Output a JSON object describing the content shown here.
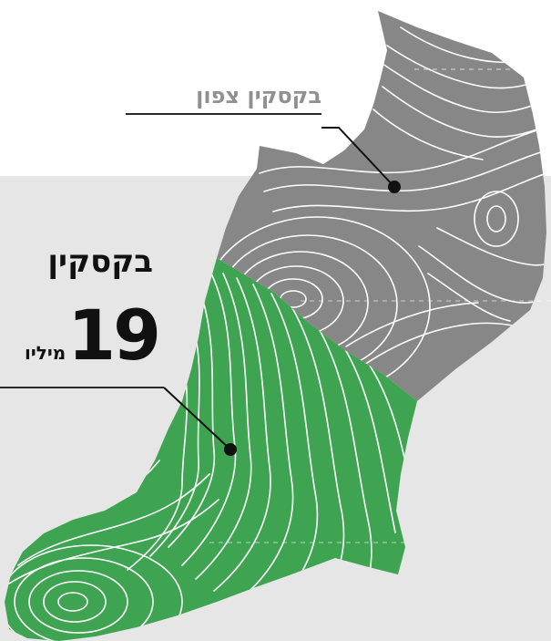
{
  "regions": {
    "north": {
      "name": "בקסקין צפון",
      "fill": "#878787",
      "label_color": "#909090"
    },
    "south": {
      "name": "בקסקין",
      "value": "19",
      "unit": "מיליו",
      "fill": "#3fa452"
    }
  },
  "colors": {
    "background": "#ffffff",
    "band": "#e6e6e6",
    "contour": "#ffffff",
    "leader": "#111111"
  }
}
